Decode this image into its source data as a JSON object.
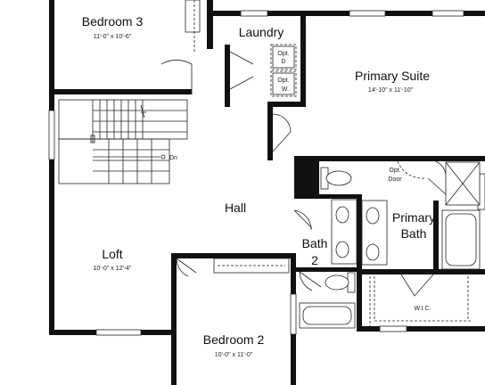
{
  "rooms": {
    "bedroom3": {
      "name": "Bedroom 3",
      "dims": "11'-0\" x 10'-6\""
    },
    "laundry": {
      "name": "Laundry",
      "opt_d": [
        "Opt.",
        "D"
      ],
      "opt_w": [
        "Opt.",
        "W."
      ]
    },
    "primary_suite": {
      "name": "Primary Suite",
      "dims": "14'-10\" x 11'-10\""
    },
    "hall": {
      "name": "Hall"
    },
    "loft": {
      "name": "Loft",
      "dims": "10'-0\" x 12'-4\""
    },
    "bath2": {
      "name_line1": "Bath",
      "name_line2": "2"
    },
    "primary_bath": {
      "name_line1": "Primary",
      "name_line2": "Bath"
    },
    "opt_door": {
      "line1": "Opt.",
      "line2": "Door"
    },
    "wic": {
      "name": "W.I.C."
    },
    "bedroom2": {
      "name": "Bedroom 2",
      "dims": "10'-0\" x 11'-0\""
    }
  },
  "stairs": {
    "label": "Dn"
  },
  "colors": {
    "wall": "#111111",
    "background": "#ffffff",
    "line": "#222222"
  }
}
